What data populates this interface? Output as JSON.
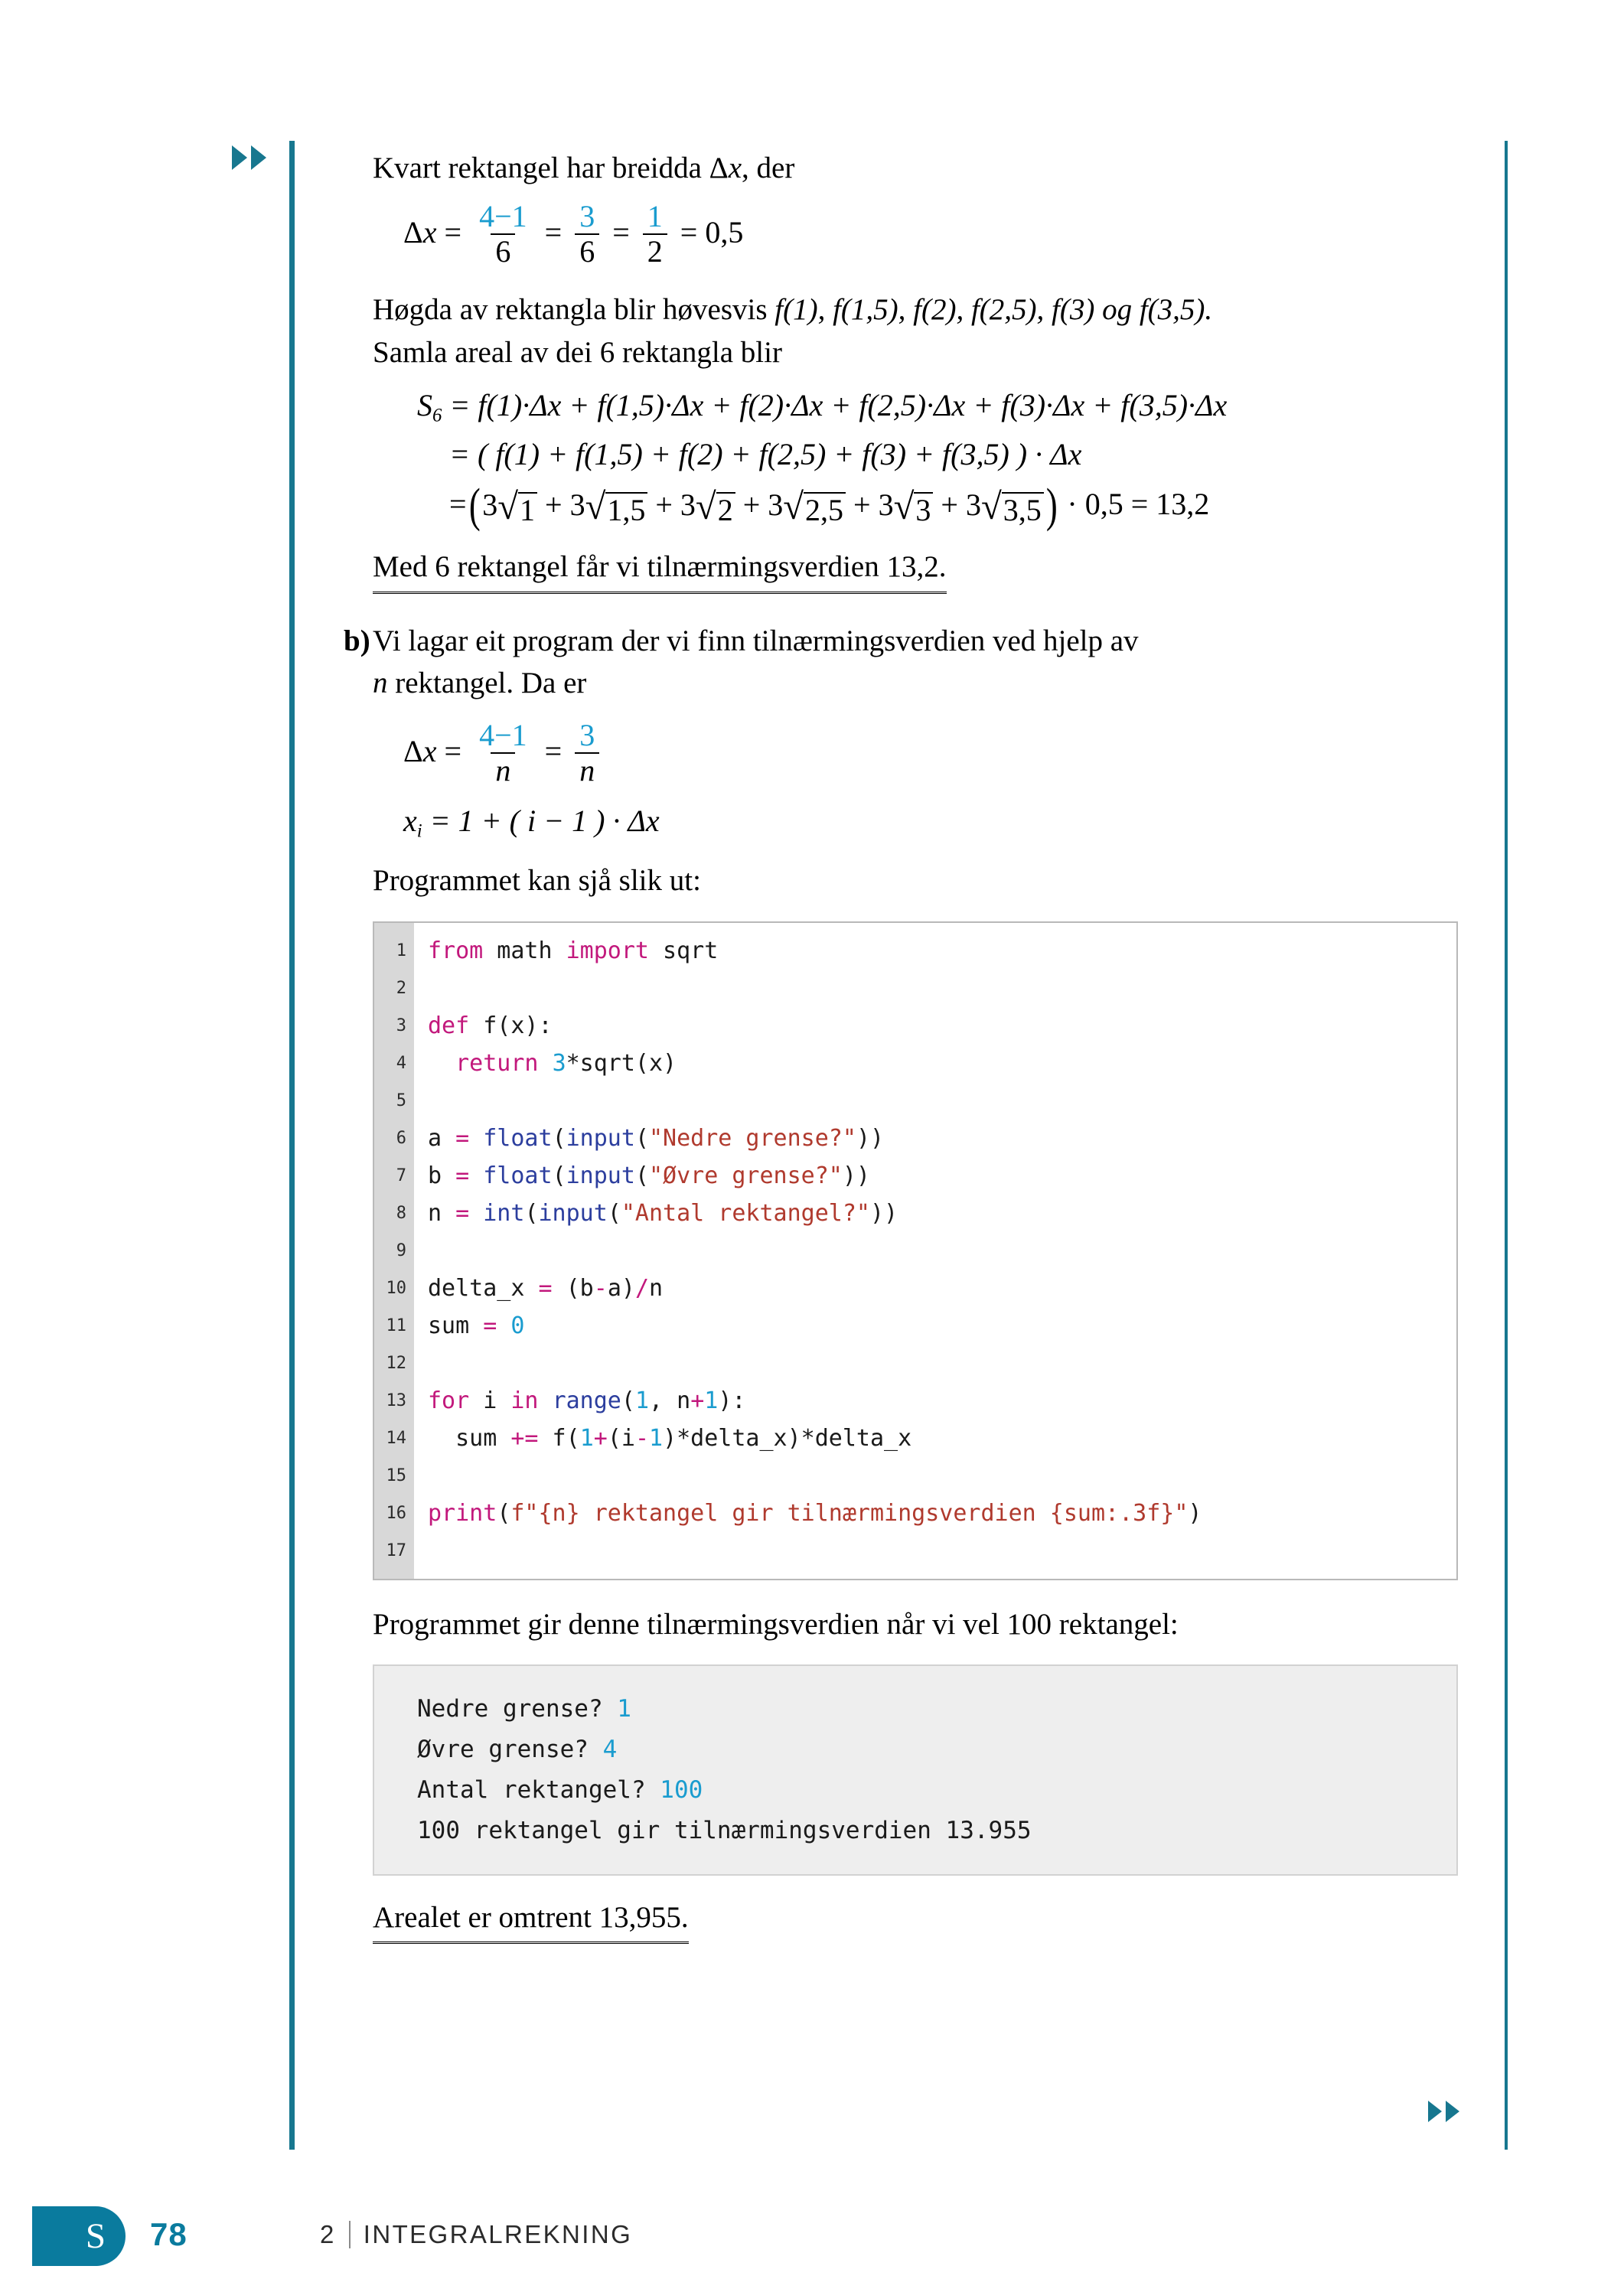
{
  "colors": {
    "accent_teal": "#17778f",
    "footer_tab": "#0a7b9e",
    "code_keyword": "#c2187c",
    "code_number": "#1a9ccf",
    "code_string": "#b03a2e",
    "code_function": "#2c3e9e",
    "gutter_bg": "#d8d8d8",
    "output_bg": "#eeeeee"
  },
  "intro": {
    "line1": "Kvart rektangel har breidda ",
    "line1_symbol": "Δx",
    "line1_end": ", der"
  },
  "equation_delta_x_numeric": {
    "lhs": "Δx",
    "eq1": "=",
    "frac1_num": "4−1",
    "frac1_den": "6",
    "eq2": "=",
    "frac2_num": "3",
    "frac2_den": "6",
    "eq3": "=",
    "frac3_num": "1",
    "frac3_den": "2",
    "eq4": "=",
    "result": "0,5"
  },
  "heights_text": {
    "prefix": "Høgda av rektangla blir høvesvis ",
    "values": "f(1), f(1,5), f(2), f(2,5), f(3) og f(3,5).",
    "line2": "Samla areal av dei 6 rektangla blir"
  },
  "sum_equation": {
    "symbol": "S",
    "subscript": "6",
    "line1": "= f(1)·Δx + f(1,5)·Δx + f(2)·Δx + f(2,5)·Δx + f(3)·Δx + f(3,5)·Δx",
    "line2": "= ( f(1) + f(1,5) + f(2) + f(2,5) + f(3) + f(3,5) ) · Δx",
    "line3_terms": [
      "3√1",
      "3√1,5",
      "3√2",
      "3√2,5",
      "3√3",
      "3√3,5"
    ],
    "line3_multiplier": "0,5",
    "line3_result": "13,2"
  },
  "conclusion_a": "Med 6 rektangel får vi tilnærmingsverdien 13,2.",
  "item_b": {
    "marker": "b)",
    "line1": "Vi lagar eit program der vi finn tilnærmingsverdien ved hjelp av",
    "line2_italic": "n",
    "line2_rest": " rektangel. Da er"
  },
  "equation_delta_x_general": {
    "lhs": "Δx",
    "eq1": "=",
    "frac1_num": "4−1",
    "frac1_den": "n",
    "eq2": "=",
    "frac2_num": "3",
    "frac2_den": "n"
  },
  "equation_xi": {
    "lhs": "x",
    "lhs_sub": "i",
    "rhs": "= 1 + ( i − 1 ) · Δx"
  },
  "code_intro": "Programmet kan sjå slik ut:",
  "code": {
    "line_numbers": [
      "1",
      "2",
      "3",
      "4",
      "5",
      "6",
      "7",
      "8",
      "9",
      "10",
      "11",
      "12",
      "13",
      "14",
      "15",
      "16",
      "17"
    ],
    "lines": [
      [
        {
          "t": "from",
          "c": "kw"
        },
        {
          "t": " math ",
          "c": "pl"
        },
        {
          "t": "import",
          "c": "kw"
        },
        {
          "t": " sqrt",
          "c": "pl"
        }
      ],
      [],
      [
        {
          "t": "def",
          "c": "kw"
        },
        {
          "t": " f(x):",
          "c": "pl"
        }
      ],
      [
        {
          "t": "  ",
          "c": "pl"
        },
        {
          "t": "return",
          "c": "kw"
        },
        {
          "t": " ",
          "c": "pl"
        },
        {
          "t": "3",
          "c": "num"
        },
        {
          "t": "*sqrt(x)",
          "c": "pl"
        }
      ],
      [],
      [
        {
          "t": "a ",
          "c": "pl"
        },
        {
          "t": "=",
          "c": "op"
        },
        {
          "t": " ",
          "c": "pl"
        },
        {
          "t": "float",
          "c": "fn"
        },
        {
          "t": "(",
          "c": "pl"
        },
        {
          "t": "input",
          "c": "fn"
        },
        {
          "t": "(",
          "c": "pl"
        },
        {
          "t": "\"Nedre grense?\"",
          "c": "str"
        },
        {
          "t": "))",
          "c": "pl"
        }
      ],
      [
        {
          "t": "b ",
          "c": "pl"
        },
        {
          "t": "=",
          "c": "op"
        },
        {
          "t": " ",
          "c": "pl"
        },
        {
          "t": "float",
          "c": "fn"
        },
        {
          "t": "(",
          "c": "pl"
        },
        {
          "t": "input",
          "c": "fn"
        },
        {
          "t": "(",
          "c": "pl"
        },
        {
          "t": "\"Øvre grense?\"",
          "c": "str"
        },
        {
          "t": "))",
          "c": "pl"
        }
      ],
      [
        {
          "t": "n ",
          "c": "pl"
        },
        {
          "t": "=",
          "c": "op"
        },
        {
          "t": " ",
          "c": "pl"
        },
        {
          "t": "int",
          "c": "fn"
        },
        {
          "t": "(",
          "c": "pl"
        },
        {
          "t": "input",
          "c": "fn"
        },
        {
          "t": "(",
          "c": "pl"
        },
        {
          "t": "\"Antal rektangel?\"",
          "c": "str"
        },
        {
          "t": "))",
          "c": "pl"
        }
      ],
      [],
      [
        {
          "t": "delta_x ",
          "c": "pl"
        },
        {
          "t": "=",
          "c": "op"
        },
        {
          "t": " (b",
          "c": "pl"
        },
        {
          "t": "-",
          "c": "op"
        },
        {
          "t": "a)",
          "c": "pl"
        },
        {
          "t": "/",
          "c": "op"
        },
        {
          "t": "n",
          "c": "pl"
        }
      ],
      [
        {
          "t": "sum ",
          "c": "pl"
        },
        {
          "t": "=",
          "c": "op"
        },
        {
          "t": " ",
          "c": "pl"
        },
        {
          "t": "0",
          "c": "num"
        }
      ],
      [],
      [
        {
          "t": "for",
          "c": "kw"
        },
        {
          "t": " i ",
          "c": "pl"
        },
        {
          "t": "in",
          "c": "kw"
        },
        {
          "t": " ",
          "c": "pl"
        },
        {
          "t": "range",
          "c": "fn"
        },
        {
          "t": "(",
          "c": "pl"
        },
        {
          "t": "1",
          "c": "num"
        },
        {
          "t": ", n",
          "c": "pl"
        },
        {
          "t": "+",
          "c": "op"
        },
        {
          "t": "1",
          "c": "num"
        },
        {
          "t": "):",
          "c": "pl"
        }
      ],
      [
        {
          "t": "  sum ",
          "c": "pl"
        },
        {
          "t": "+=",
          "c": "op"
        },
        {
          "t": " f(",
          "c": "pl"
        },
        {
          "t": "1",
          "c": "num"
        },
        {
          "t": "+",
          "c": "op"
        },
        {
          "t": "(i",
          "c": "pl"
        },
        {
          "t": "-",
          "c": "op"
        },
        {
          "t": "1",
          "c": "num"
        },
        {
          "t": ")*delta_x)*delta_x",
          "c": "pl"
        }
      ],
      [],
      [
        {
          "t": "print",
          "c": "kw"
        },
        {
          "t": "(",
          "c": "pl"
        },
        {
          "t": "f\"{n} rektangel gir tilnærmingsverdien {sum:.3f}\"",
          "c": "str"
        },
        {
          "t": ")",
          "c": "pl"
        }
      ],
      []
    ]
  },
  "output_intro": "Programmet gir denne tilnærmingsverdien når vi vel 100 rektangel:",
  "output": {
    "rows": [
      {
        "prompt": "Nedre grense? ",
        "value": "1"
      },
      {
        "prompt": "Øvre grense? ",
        "value": "4"
      },
      {
        "prompt": "Antal rektangel? ",
        "value": "100"
      }
    ],
    "result": "100 rektangel gir tilnærmingsverdien 13.955"
  },
  "conclusion_b": "Arealet er omtrent 13,955.",
  "footer": {
    "tab_letter": "S",
    "page_number": "78",
    "chapter_number": "2",
    "chapter_title": "INTEGRALREKNING"
  }
}
